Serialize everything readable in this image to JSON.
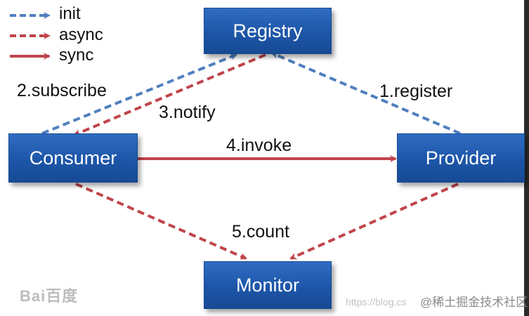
{
  "legend": [
    {
      "label": "init",
      "color": "#4f7fbf",
      "style": "dashed"
    },
    {
      "label": "async",
      "color": "#c0454a",
      "style": "dashed"
    },
    {
      "label": "sync",
      "color": "#c0454a",
      "style": "solid"
    }
  ],
  "nodes": {
    "registry": "Registry",
    "consumer": "Consumer",
    "provider": "Provider",
    "monitor": "Monitor"
  },
  "edges": {
    "subscribe": "2.subscribe",
    "notify": "3.notify",
    "register": "1.register",
    "invoke": "4.invoke",
    "count": "5.count"
  },
  "watermark": {
    "logo": "Bai百度",
    "url": "https://blog.cs",
    "site": "@稀土掘金技术社区"
  },
  "colors": {
    "node": "#1f5bb0",
    "init": "#4f7fbf",
    "async": "#c0454a",
    "sync": "#c0454a"
  }
}
